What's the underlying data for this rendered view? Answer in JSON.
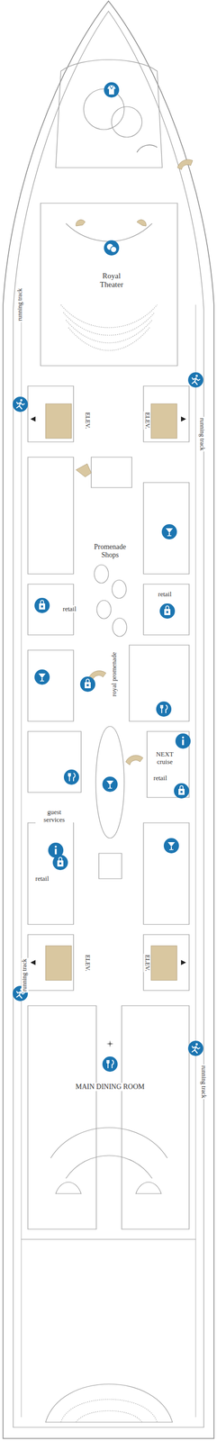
{
  "diagram": {
    "labels": [
      "Royal Theater",
      "running track",
      "running track",
      "ELEV.",
      "ELEV.",
      "Promenade Shops",
      "retail",
      "retail",
      "royal promenade",
      "NEXT cruise",
      "retail",
      "guest services",
      "retail",
      "running track",
      "ELEV.",
      "ELEV.",
      "running track",
      "MAIN DINING ROOM"
    ]
  }
}
